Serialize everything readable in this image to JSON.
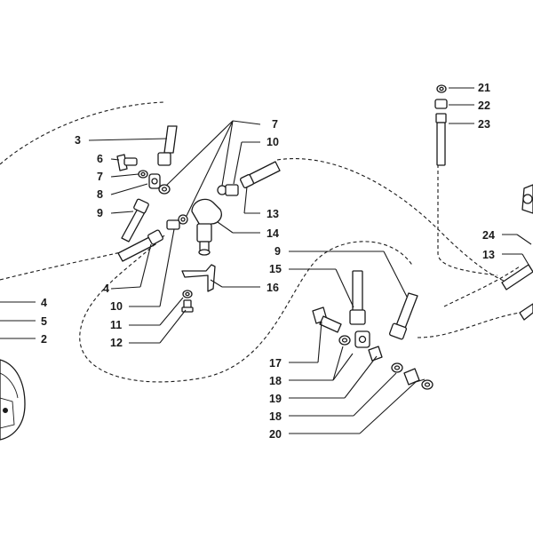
{
  "callouts": [
    {
      "id": "c3",
      "text": "3"
    },
    {
      "id": "c6",
      "text": "6"
    },
    {
      "id": "c7a",
      "text": "7"
    },
    {
      "id": "c8",
      "text": "8"
    },
    {
      "id": "c9a",
      "text": "9"
    },
    {
      "id": "c7b",
      "text": "7"
    },
    {
      "id": "c10a",
      "text": "10"
    },
    {
      "id": "c13a",
      "text": "13"
    },
    {
      "id": "c14",
      "text": "14"
    },
    {
      "id": "c4a",
      "text": "4"
    },
    {
      "id": "c10b",
      "text": "10"
    },
    {
      "id": "c11",
      "text": "11"
    },
    {
      "id": "c12",
      "text": "12"
    },
    {
      "id": "c16",
      "text": "16"
    },
    {
      "id": "c15",
      "text": "15"
    },
    {
      "id": "c9b",
      "text": "9"
    },
    {
      "id": "c4b",
      "text": "4"
    },
    {
      "id": "c5",
      "text": "5"
    },
    {
      "id": "c2",
      "text": "2"
    },
    {
      "id": "c17",
      "text": "17"
    },
    {
      "id": "c18a",
      "text": "18"
    },
    {
      "id": "c19",
      "text": "19"
    },
    {
      "id": "c18b",
      "text": "18"
    },
    {
      "id": "c20",
      "text": "20"
    },
    {
      "id": "c21",
      "text": "21"
    },
    {
      "id": "c22",
      "text": "22"
    },
    {
      "id": "c23",
      "text": "23"
    },
    {
      "id": "c24",
      "text": "24"
    },
    {
      "id": "c13b",
      "text": "13"
    }
  ]
}
